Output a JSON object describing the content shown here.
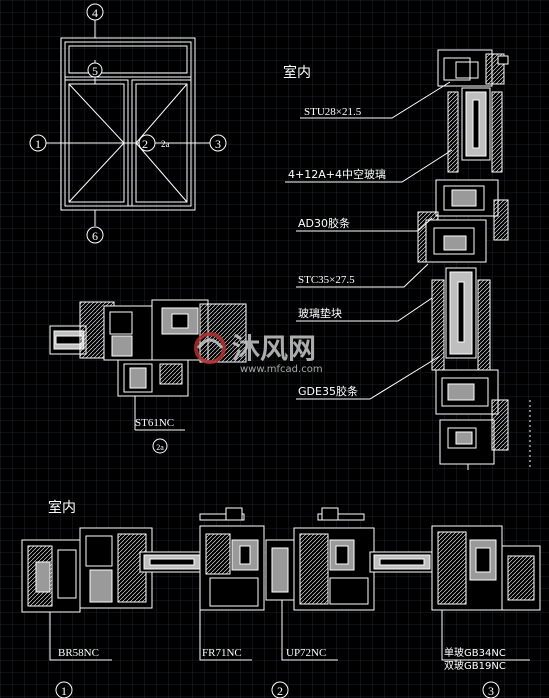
{
  "colors": {
    "background": "#000000",
    "grid": "#1b2330",
    "lines": "#ffffff",
    "profile_fill": "#9a9a9a",
    "glass_fill": "#bfbfbf",
    "watermark": "#c9c9c9",
    "watermark_logo": "#b03030"
  },
  "elevation": {
    "axis_markers": [
      "4",
      "5",
      "1",
      "2",
      "3",
      "6"
    ],
    "section_tag": "2a",
    "section_tag_bottom": "2a"
  },
  "labels": {
    "indoor_top": "室内",
    "indoor_bottom": "室内",
    "stu": "STU28×21.5",
    "glass": "4+12A+4中空玻璃",
    "ad30": "AD30胶条",
    "stc": "STC35×27.5",
    "glass_block": "玻璃垫块",
    "gde35": "GDE35胶条",
    "st61": "ST61NC",
    "br58": "BR58NC",
    "fr71": "FR71NC",
    "up72": "UP72NC",
    "gb34": "单玻GB34NC",
    "gb19": "双玻GB19NC"
  },
  "bottom_axis": [
    "1",
    "2",
    "3"
  ],
  "watermark": {
    "brand": "沐风网",
    "url": "www.mfcad.com"
  },
  "icons": {
    "axis_bubble": "circle-outline",
    "watermark_logo": "swirl-logo"
  }
}
